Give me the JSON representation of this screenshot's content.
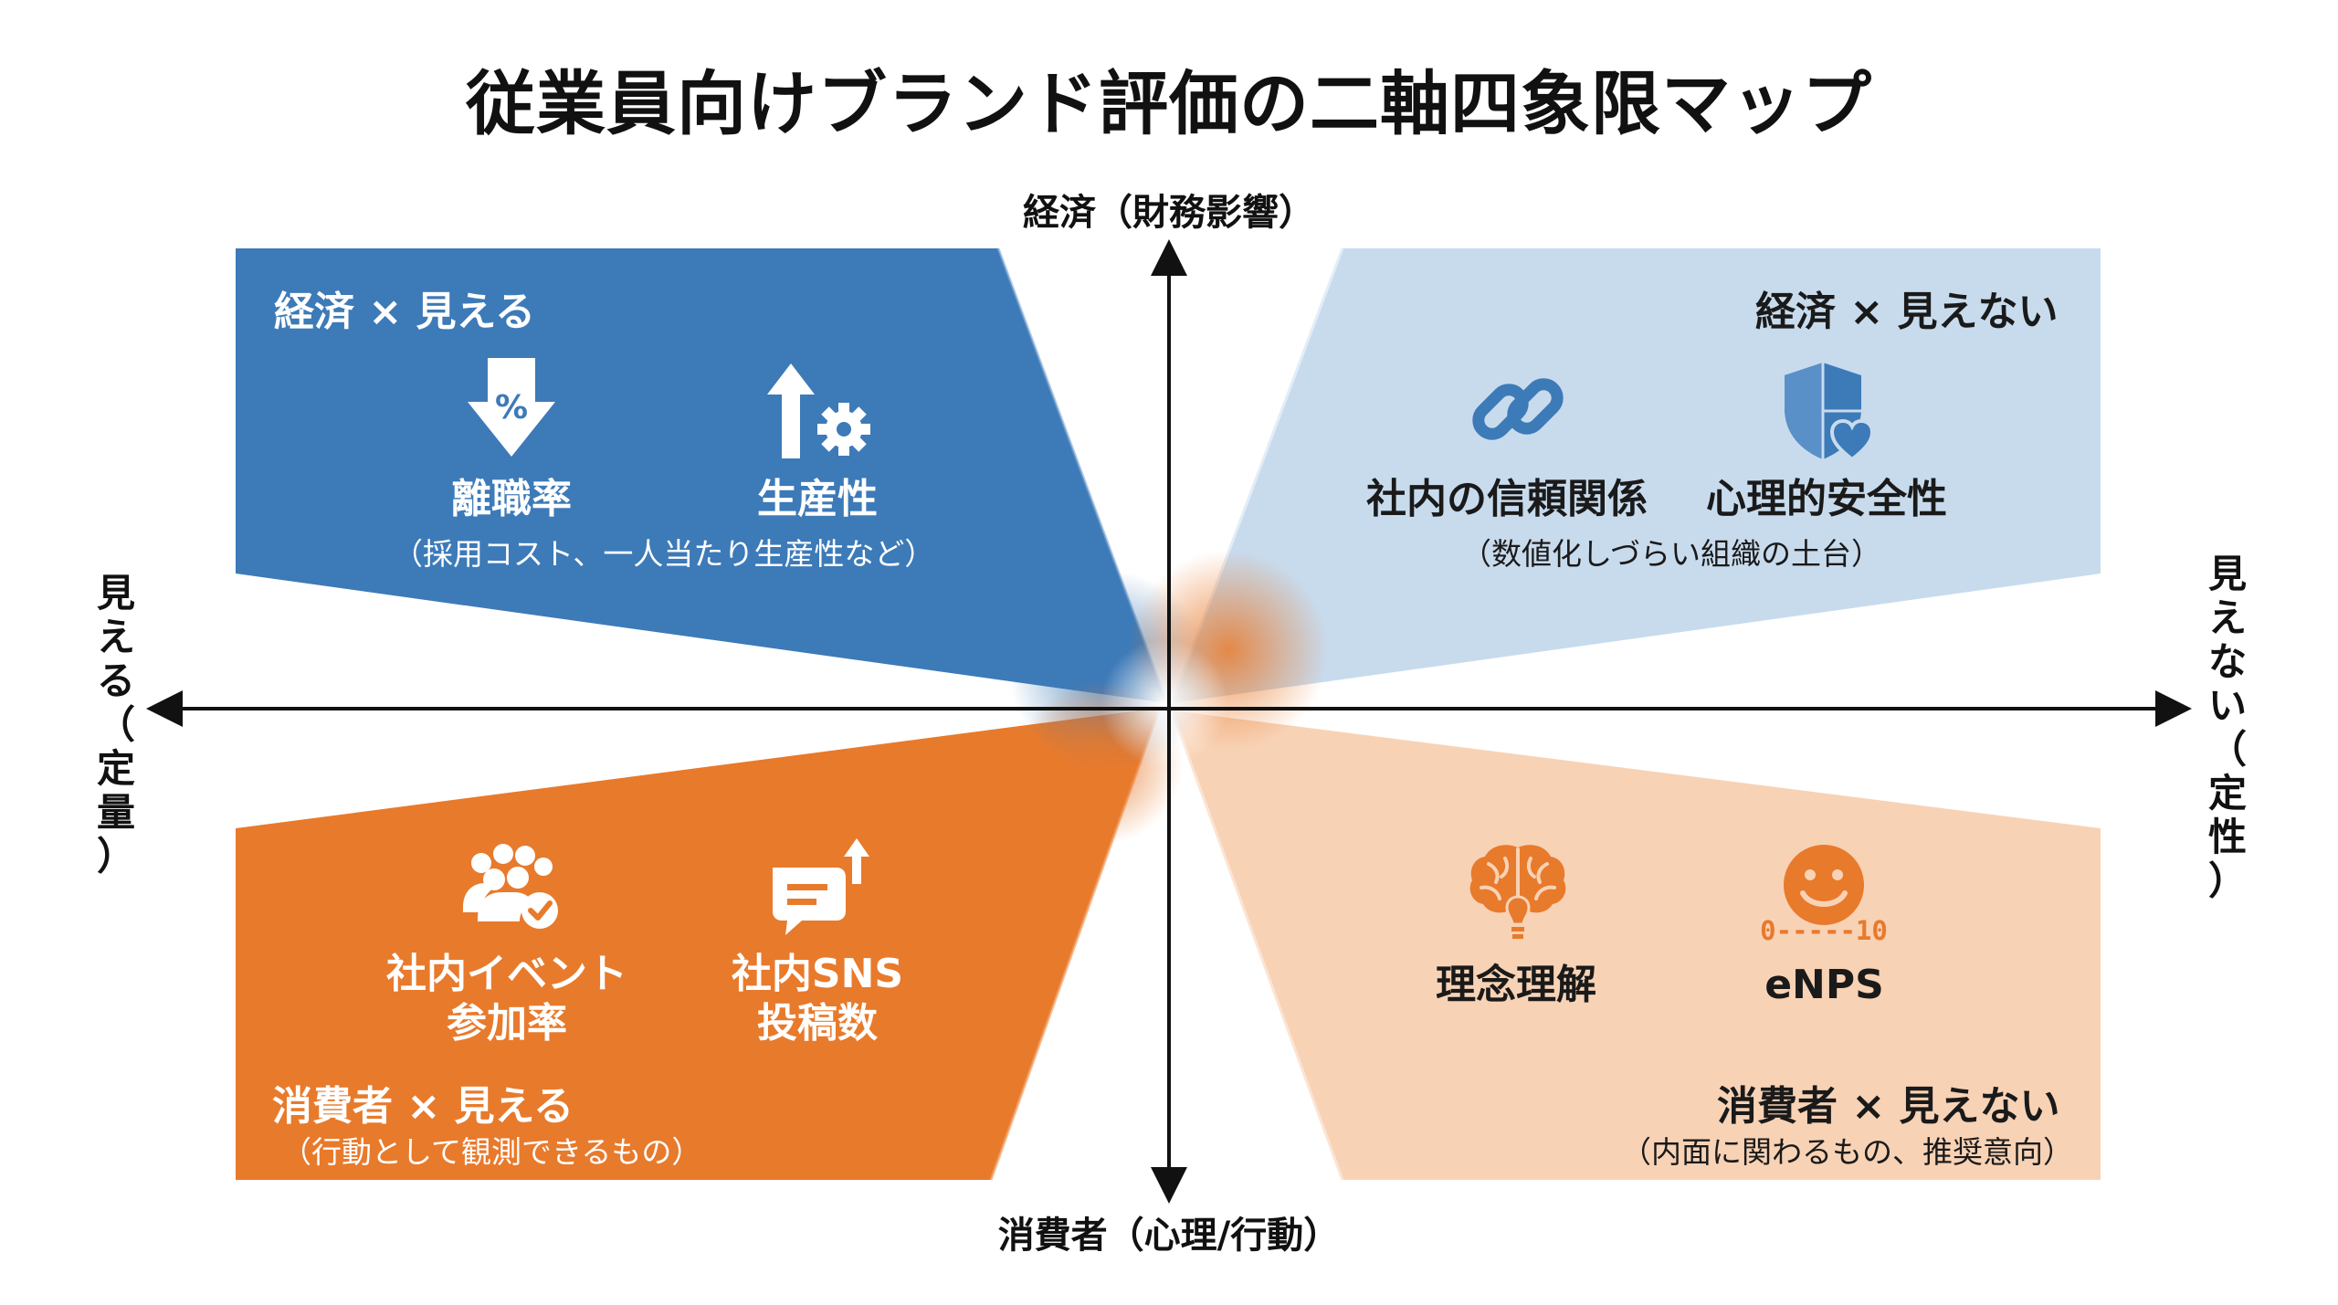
{
  "title": "従業員向けブランド評価の二軸四象限マップ",
  "axes": {
    "top": "経済（財務影響）",
    "bottom": "消費者（心理/行動）",
    "left": [
      "見",
      "え",
      "る",
      "（",
      "定",
      "量",
      "）"
    ],
    "right": [
      "見",
      "え",
      "な",
      "い",
      "（",
      "定",
      "性",
      "）"
    ]
  },
  "colors": {
    "q_top_left": "#3d7ab8",
    "q_top_right": "#c8dbed",
    "q_bottom_left": "#e87a2c",
    "q_bottom_right": "#f8d2b5",
    "axis": "#111111",
    "icon_blue": "#3d7ab8",
    "icon_orange": "#e87a2c"
  },
  "quadrants": {
    "top_left": {
      "title": "経済 × 見える",
      "items": [
        {
          "icon": "percent-down-arrow-icon",
          "label": "離職率"
        },
        {
          "icon": "arrow-up-gear-icon",
          "label": "生産性"
        }
      ],
      "note": "（採用コスト、一人当たり生産性など）"
    },
    "top_right": {
      "title": "経済 × 見えない",
      "items": [
        {
          "icon": "chain-link-icon",
          "label": "社内の信頼関係"
        },
        {
          "icon": "shield-heart-icon",
          "label": "心理的安全性"
        }
      ],
      "note": "（数値化しづらい組織の土台）"
    },
    "bottom_left": {
      "title": "消費者 × 見える",
      "items": [
        {
          "icon": "group-check-icon",
          "label_lines": [
            "社内イベント",
            "参加率"
          ]
        },
        {
          "icon": "chat-arrow-up-icon",
          "label_lines": [
            "社内SNS",
            "投稿数"
          ]
        }
      ],
      "note": "（行動として観測できるもの）"
    },
    "bottom_right": {
      "title": "消費者 × 見えない",
      "items": [
        {
          "icon": "brain-lightbulb-icon",
          "label": "理念理解"
        },
        {
          "icon": "smiley-scale-icon",
          "label": "eNPS",
          "scale": "0-----10"
        }
      ],
      "note": "（内面に関わるもの、推奨意向）"
    }
  }
}
